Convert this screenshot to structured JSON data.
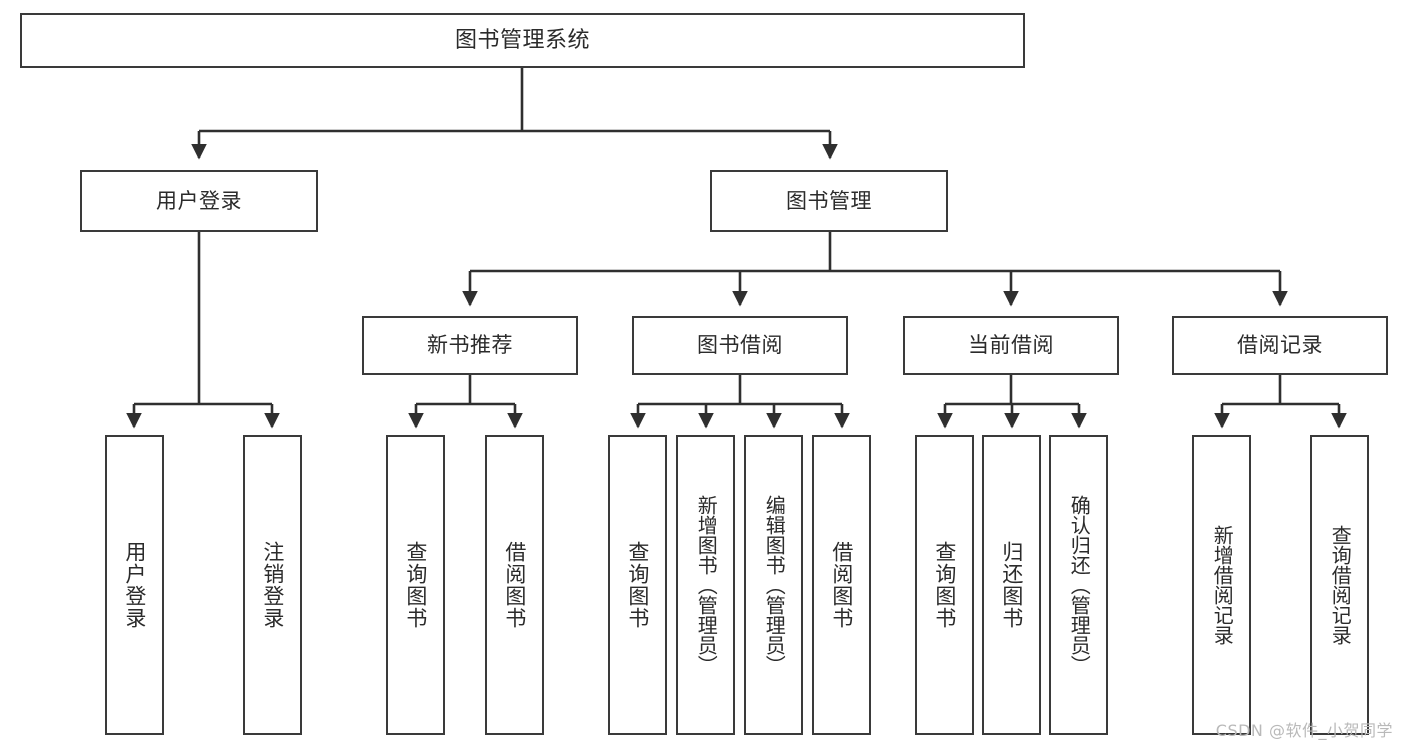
{
  "diagram": {
    "title": "图书管理系统",
    "type": "tree-hierarchy",
    "colors": {
      "box_border": "#3a3a3a",
      "box_fill": "#ffffff",
      "edge": "#2f2f2f",
      "text": "#2b2b2b",
      "watermark": "#b9b9b9",
      "background": "#ffffff"
    }
  },
  "root": {
    "label": "图书管理系统"
  },
  "level2": [
    {
      "id": "user-login",
      "label": "用户登录"
    },
    {
      "id": "book-management",
      "label": "图书管理"
    }
  ],
  "level3": [
    {
      "id": "new-book-recommend",
      "label": "新书推荐"
    },
    {
      "id": "book-borrow",
      "label": "图书借阅"
    },
    {
      "id": "current-borrow",
      "label": "当前借阅"
    },
    {
      "id": "borrow-record",
      "label": "借阅记录"
    }
  ],
  "leaves": {
    "user_login": [
      {
        "id": "leaf-user-login",
        "label": "用户登录"
      },
      {
        "id": "leaf-logout-login",
        "label": "注销登录"
      }
    ],
    "new_book_recommend": [
      {
        "id": "leaf-query-book-1",
        "label": "查询图书"
      },
      {
        "id": "leaf-borrow-book-1",
        "label": "借阅图书"
      }
    ],
    "book_borrow": [
      {
        "id": "leaf-query-book-2",
        "label": "查询图书"
      },
      {
        "id": "leaf-add-book",
        "label": "新增图书（管理员）"
      },
      {
        "id": "leaf-edit-book",
        "label": "编辑图书（管理员）"
      },
      {
        "id": "leaf-borrow-book-2",
        "label": "借阅图书"
      }
    ],
    "current_borrow": [
      {
        "id": "leaf-query-book-3",
        "label": "查询图书"
      },
      {
        "id": "leaf-return-book",
        "label": "归还图书"
      },
      {
        "id": "leaf-confirm-return",
        "label": "确认归还（管理员）"
      }
    ],
    "borrow_record": [
      {
        "id": "leaf-add-record",
        "label": "新增借阅记录"
      },
      {
        "id": "leaf-query-record",
        "label": "查询借阅记录"
      }
    ]
  },
  "watermark": {
    "text": "CSDN @软件_小贺同学"
  }
}
